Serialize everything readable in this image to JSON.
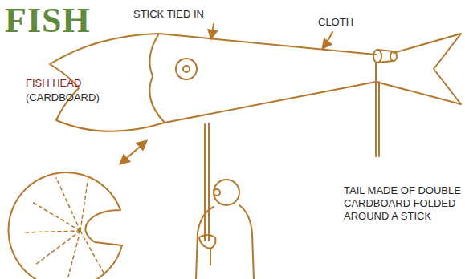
{
  "diagram": {
    "title": "FISH",
    "labels": [
      "STICK TIED IN",
      "CLOTH",
      "FISH HEAD",
      "(CARDBOARD)",
      "TAIL MADE OF DOUBLE CARDBOARD FOLDED AROUND A STICK"
    ]
  }
}
